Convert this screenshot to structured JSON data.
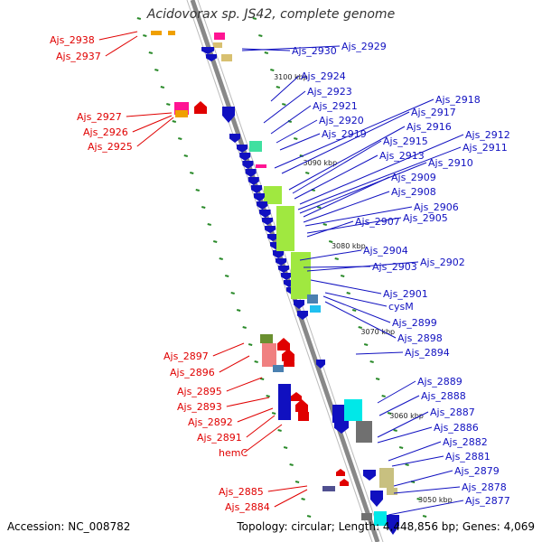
{
  "title": "Acidovorax sp. JS42, complete genome",
  "footer": {
    "accession": "Accession: NC_008782",
    "info": "Topology: circular; Length: 4,448,856 bp; Genes: 4,069"
  },
  "colors": {
    "reverse_strand": "#e00000",
    "forward_strand": "#1010c0",
    "backbone": "#888888",
    "tick": "#2a8a2a"
  },
  "kbp_ticks": [
    "3100 kbp",
    "3090 kbp",
    "3080 kbp",
    "3070 kbp",
    "3060 kbp",
    "3050 kbp"
  ],
  "left_labels": [
    "Ajs_2938",
    "Ajs_2937",
    "Ajs_2927",
    "Ajs_2926",
    "Ajs_2925",
    "Ajs_2897",
    "Ajs_2896",
    "Ajs_2895",
    "Ajs_2893",
    "Ajs_2892",
    "Ajs_2891",
    "hemC",
    "Ajs_2885",
    "Ajs_2884"
  ],
  "right_labels": [
    "Ajs_2930",
    "Ajs_2929",
    "Ajs_2924",
    "Ajs_2923",
    "Ajs_2921",
    "Ajs_2920",
    "Ajs_2919",
    "Ajs_2918",
    "Ajs_2917",
    "Ajs_2916",
    "Ajs_2915",
    "Ajs_2913",
    "Ajs_2912",
    "Ajs_2911",
    "Ajs_2910",
    "Ajs_2909",
    "Ajs_2908",
    "Ajs_2906",
    "Ajs_2907",
    "Ajs_2905",
    "Ajs_2904",
    "Ajs_2903",
    "Ajs_2902",
    "Ajs_2901",
    "cysM",
    "Ajs_2899",
    "Ajs_2898",
    "Ajs_2894",
    "Ajs_2889",
    "Ajs_2888",
    "Ajs_2887",
    "Ajs_2886",
    "Ajs_2882",
    "Ajs_2881",
    "Ajs_2879",
    "Ajs_2878",
    "Ajs_2877"
  ]
}
